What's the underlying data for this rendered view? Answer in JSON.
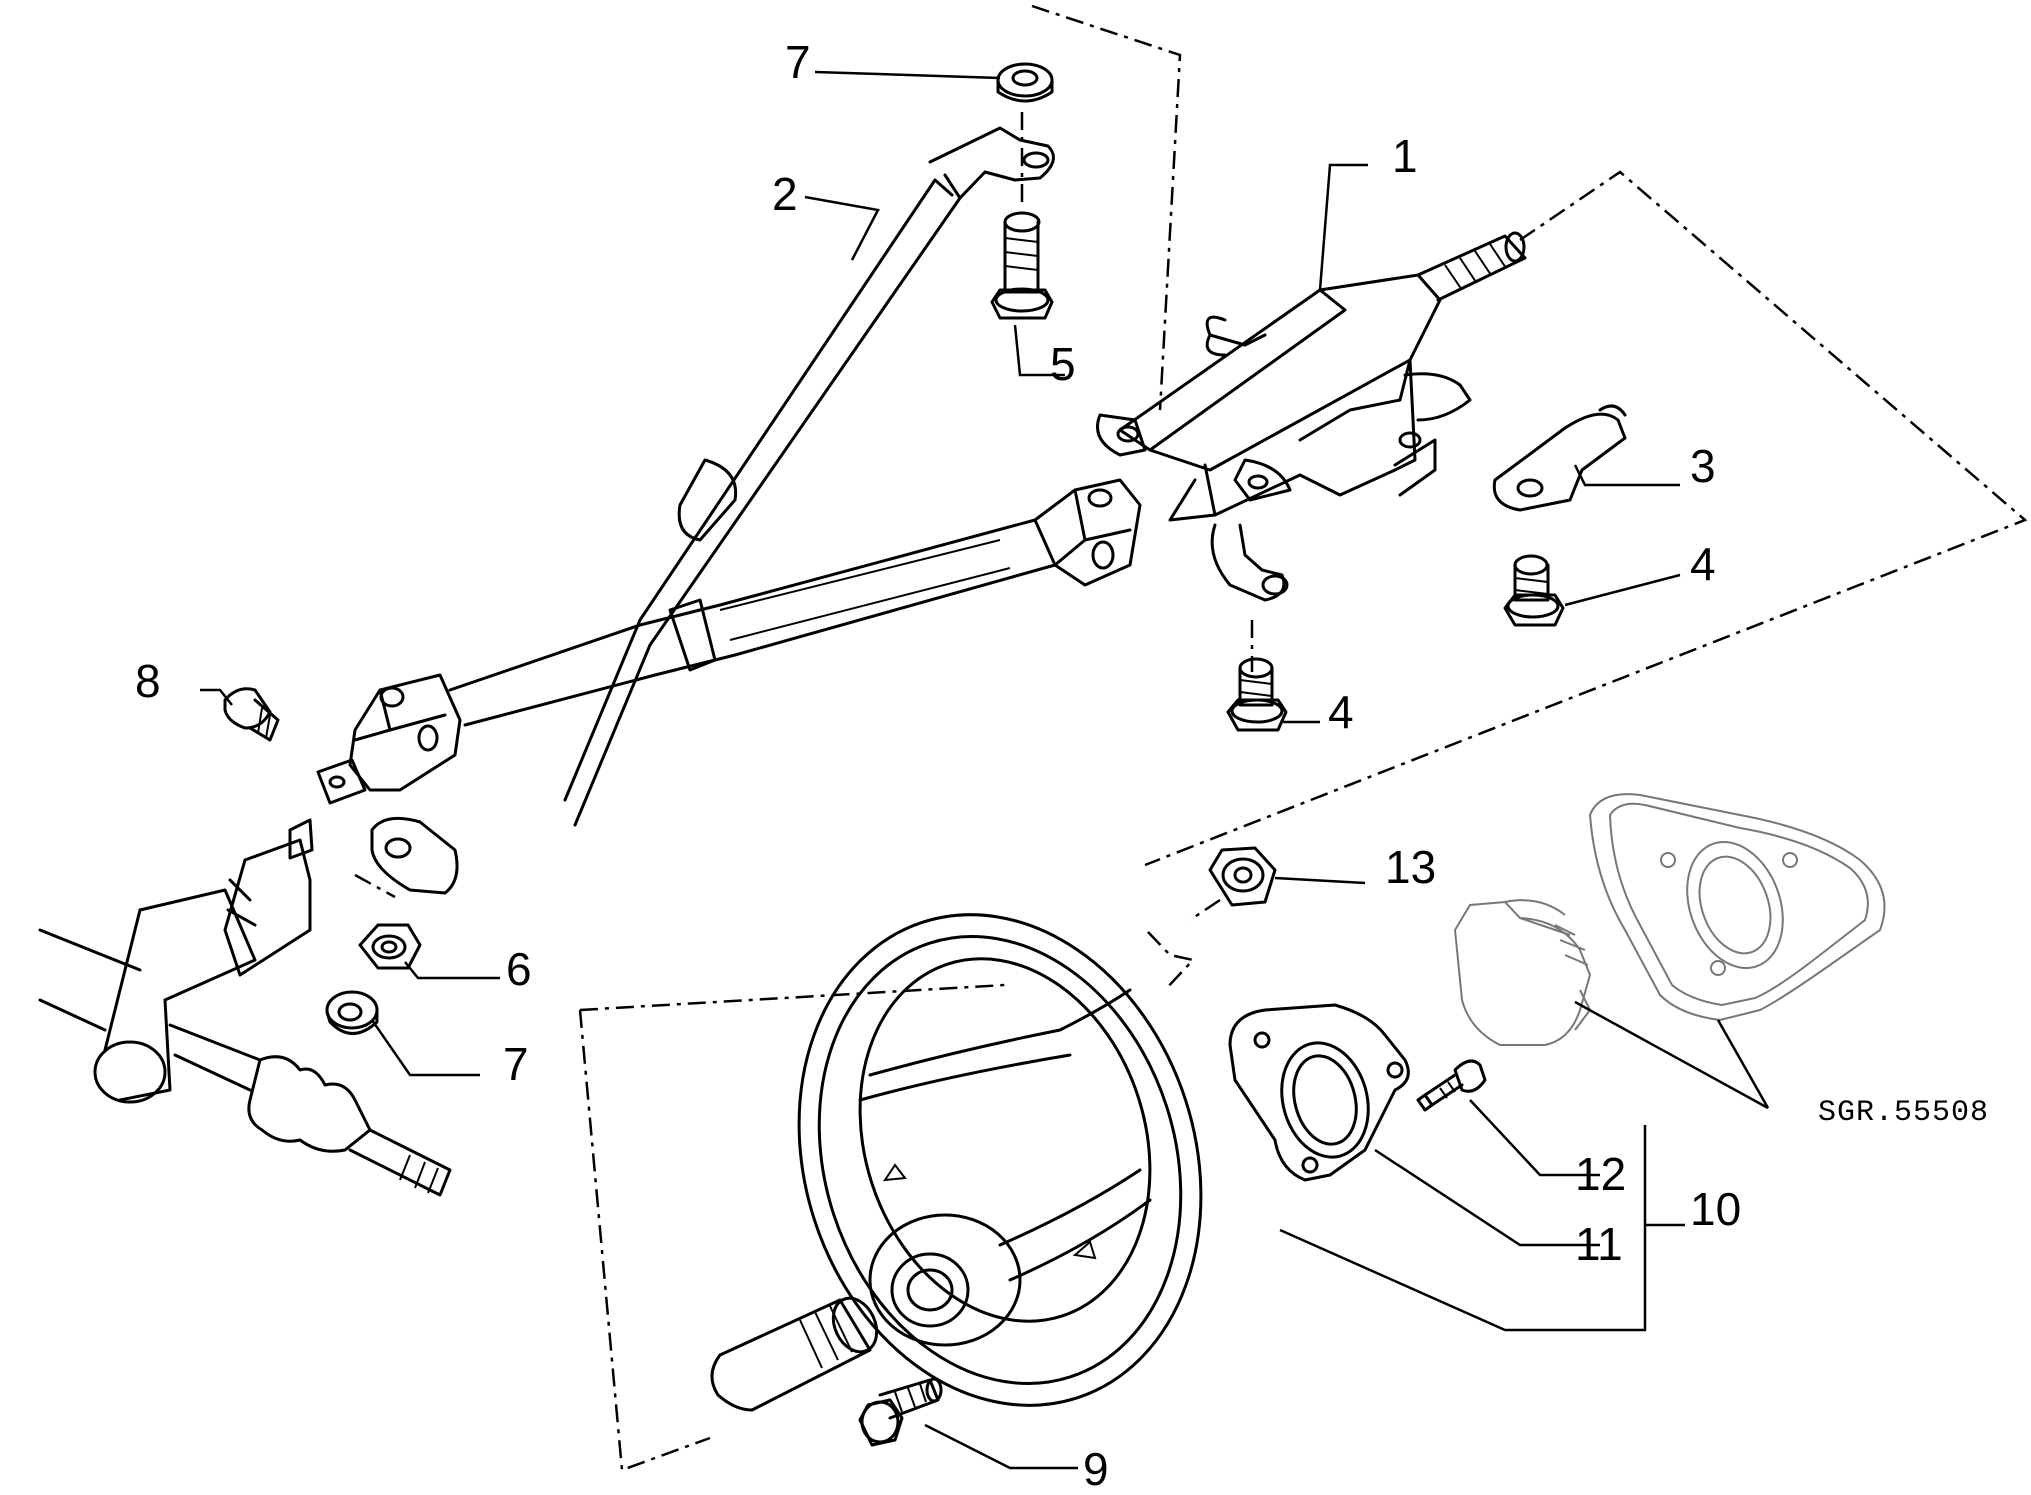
{
  "callouts": {
    "c1": "1",
    "c2": "2",
    "c3": "3",
    "c4a": "4",
    "c4b": "4",
    "c5": "5",
    "c6": "6",
    "c7a": "7",
    "c7b": "7",
    "c8": "8",
    "c9": "9",
    "c10": "10",
    "c11": "11",
    "c12": "12",
    "c13": "13"
  },
  "drawing_ref": "SGR.55508",
  "colors": {
    "line": "#000000",
    "ghost": "#777777",
    "background": "#ffffff"
  }
}
